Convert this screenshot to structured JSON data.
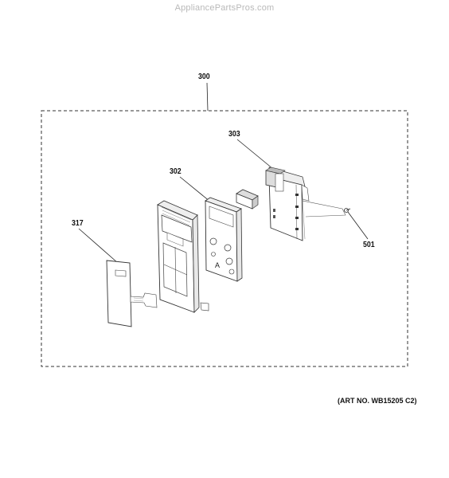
{
  "watermark": "AppliancePartsPros.com",
  "assembly_label": "300",
  "parts": [
    {
      "number": "303"
    },
    {
      "number": "302"
    },
    {
      "number": "317"
    },
    {
      "number": "501"
    }
  ],
  "art_number": "(ART NO. WB15205 C2)"
}
